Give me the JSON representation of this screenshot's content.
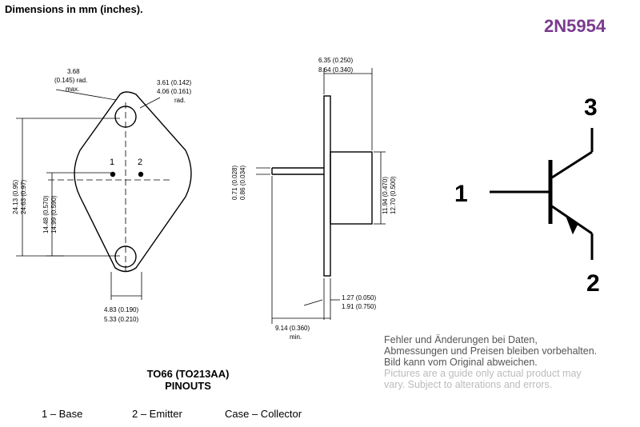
{
  "header": {
    "dimensions_note": "Dimensions in mm (inches).",
    "part_number": "2N5954"
  },
  "top_view": {
    "hole_radius": [
      "3.68",
      "(0.145) rad.",
      "max."
    ],
    "edge_radius": [
      "3.61 (0.142)",
      "4.06 (0.161)",
      "rad."
    ],
    "height_total": [
      "24.13 (0.95)",
      "24.63 (0.97)"
    ],
    "height_pins": [
      "14.48 (0.570)",
      "14.99 (0.590)"
    ],
    "pin_spacing": [
      "4.83 (0.190)",
      "5.33 (0.210)"
    ],
    "pin_labels": [
      "1",
      "2"
    ]
  },
  "side_view": {
    "width_top": [
      "6.35 (0.250)",
      "8.64 (0.340)"
    ],
    "lead_dia": [
      "0.71 (0.028)",
      "0.86 (0.034)"
    ],
    "body_height": [
      "11.94 (0.470)",
      "12.70 (0.500)"
    ],
    "flange": [
      "1.27 (0.050)",
      "1.91 (0.750)"
    ],
    "lead_length": [
      "9.14 (0.360)",
      "min."
    ]
  },
  "package": {
    "line1": "TO66 (TO213AA)",
    "line2": "PINOUTS"
  },
  "pinouts": {
    "base": "1 – Base",
    "emitter": "2 – Emitter",
    "collector": "Case – Collector"
  },
  "symbol": {
    "pin1": "1",
    "pin2": "2",
    "pin3": "3"
  },
  "disclaimer": {
    "de1": "Fehler und Änderungen bei Daten,",
    "de2": "Abmessungen und Preisen bleiben vorbehalten.",
    "de3": "Bild kann vom Original abweichen.",
    "en1": "Pictures are a guide only actual product may",
    "en2": "vary. Subject to alterations and errors."
  }
}
